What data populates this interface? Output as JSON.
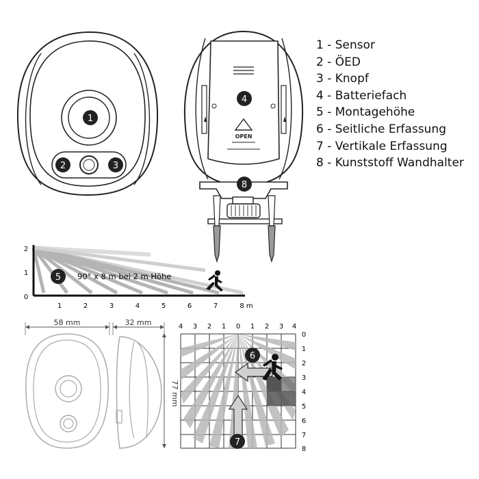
{
  "legend": [
    {
      "num": "1",
      "label": "1 - Sensor"
    },
    {
      "num": "2",
      "label": "2 - ÖED"
    },
    {
      "num": "3",
      "label": "3 - Knopf"
    },
    {
      "num": "4",
      "label": "4 - Batteriefach"
    },
    {
      "num": "5",
      "label": "5 - Montagehöhe"
    },
    {
      "num": "6",
      "label": "6 - Seitliche Erfassung"
    },
    {
      "num": "7",
      "label": "7 - Vertikale Erfassung"
    },
    {
      "num": "8",
      "label": "8 - Kunststoff Wandhalter"
    }
  ],
  "callouts": {
    "c1": "1",
    "c2": "2",
    "c3": "3",
    "c4": "4",
    "c5": "5",
    "c6": "6",
    "c7": "7",
    "c8": "8"
  },
  "back_panel": {
    "open_label": "OPEN"
  },
  "mounting_height": {
    "caption": "90° x 8 m bei 2 m Höhe",
    "y_ticks": [
      "0",
      "1",
      "2"
    ],
    "x_ticks": [
      "1",
      "2",
      "3",
      "4",
      "5",
      "6",
      "7",
      "8 m"
    ]
  },
  "dimensions": {
    "width": "58 mm",
    "depth": "32 mm",
    "height": "77 mm"
  },
  "grid": {
    "top_ticks": [
      "4",
      "3",
      "2",
      "1",
      "0",
      "1",
      "2",
      "3",
      "4"
    ],
    "right_ticks": [
      "0",
      "1",
      "2",
      "3",
      "4",
      "5",
      "6",
      "7",
      "8"
    ]
  }
}
